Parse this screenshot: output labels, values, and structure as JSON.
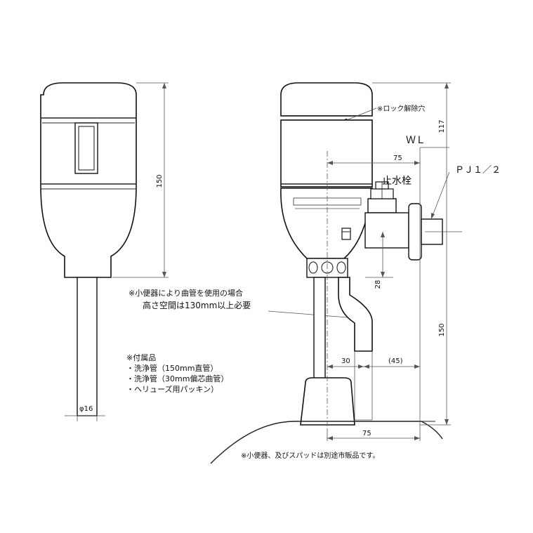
{
  "labels": {
    "lock_release_hole": "※ロック解除穴",
    "wl": "ＷＬ",
    "pj": "ＰＪ１／２",
    "stop_valve": "止水栓",
    "note_bent_pipe_1": "※小便器により曲管を使用の場合",
    "note_bent_pipe_2": "高さ空間は130mm以上必要",
    "accessories_title": "※付属品",
    "accessory_1": "・洗浄管（150mm直管）",
    "accessory_2": "・洗浄管（30mm偏芯曲管）",
    "accessory_3": "・ヘリューズ用パッキン）",
    "footnote": "※小便器、及びスパッドは別途市販品です。"
  },
  "dimensions": {
    "front_height": "150",
    "pipe_diameter": "φ16",
    "top_117": "117",
    "offset_75_top": "75",
    "height_28": "28",
    "pipe_150": "150",
    "offset_30": "30",
    "offset_45": "(45)",
    "bottom_75": "75"
  }
}
